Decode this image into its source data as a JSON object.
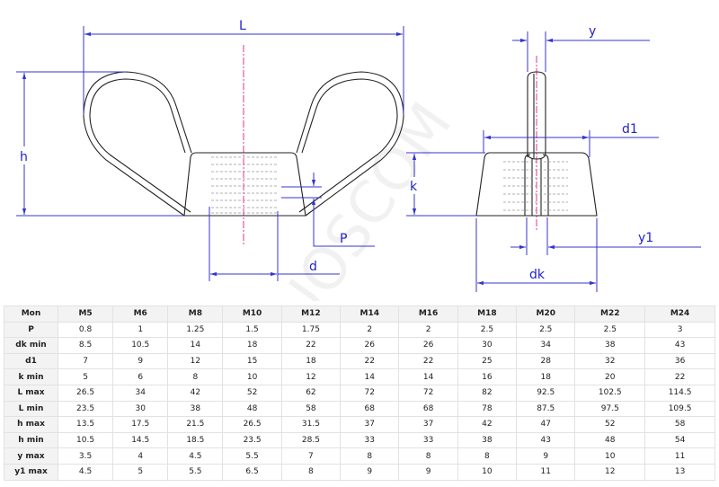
{
  "drawing": {
    "labels": {
      "L": "L",
      "h": "h",
      "P": "P",
      "d": "d",
      "k": "k",
      "y": "y",
      "d1": "d1",
      "y1": "y1",
      "dk": "dk"
    },
    "watermark": "LUOSCOM",
    "colors": {
      "dimension": "#3434d0",
      "centerline": "#e0339a",
      "outline": "#222222"
    }
  },
  "table": {
    "headers": [
      "Mon",
      "M5",
      "M6",
      "M8",
      "M10",
      "M12",
      "M14",
      "M16",
      "M18",
      "M20",
      "M22",
      "M24"
    ],
    "rows": [
      {
        "label": "P",
        "values": [
          "0.8",
          "1",
          "1.25",
          "1.5",
          "1.75",
          "2",
          "2",
          "2.5",
          "2.5",
          "2.5",
          "3"
        ]
      },
      {
        "label": "dk min",
        "values": [
          "8.5",
          "10.5",
          "14",
          "18",
          "22",
          "26",
          "26",
          "30",
          "34",
          "38",
          "43"
        ]
      },
      {
        "label": "d1",
        "values": [
          "7",
          "9",
          "12",
          "15",
          "18",
          "22",
          "22",
          "25",
          "28",
          "32",
          "36"
        ]
      },
      {
        "label": "k min",
        "values": [
          "5",
          "6",
          "8",
          "10",
          "12",
          "14",
          "14",
          "16",
          "18",
          "20",
          "22"
        ]
      },
      {
        "label": "L max",
        "values": [
          "26.5",
          "34",
          "42",
          "52",
          "62",
          "72",
          "72",
          "82",
          "92.5",
          "102.5",
          "114.5"
        ]
      },
      {
        "label": "L min",
        "values": [
          "23.5",
          "30",
          "38",
          "48",
          "58",
          "68",
          "68",
          "78",
          "87.5",
          "97.5",
          "109.5"
        ]
      },
      {
        "label": "h max",
        "values": [
          "13.5",
          "17.5",
          "21.5",
          "26.5",
          "31.5",
          "37",
          "37",
          "42",
          "47",
          "52",
          "58"
        ]
      },
      {
        "label": "h min",
        "values": [
          "10.5",
          "14.5",
          "18.5",
          "23.5",
          "28.5",
          "33",
          "33",
          "38",
          "43",
          "48",
          "54"
        ]
      },
      {
        "label": "y max",
        "values": [
          "3.5",
          "4",
          "4.5",
          "5.5",
          "7",
          "8",
          "8",
          "8",
          "9",
          "10",
          "11"
        ]
      },
      {
        "label": "y1 max",
        "values": [
          "4.5",
          "5",
          "5.5",
          "6.5",
          "8",
          "9",
          "9",
          "10",
          "11",
          "12",
          "13"
        ]
      }
    ]
  }
}
